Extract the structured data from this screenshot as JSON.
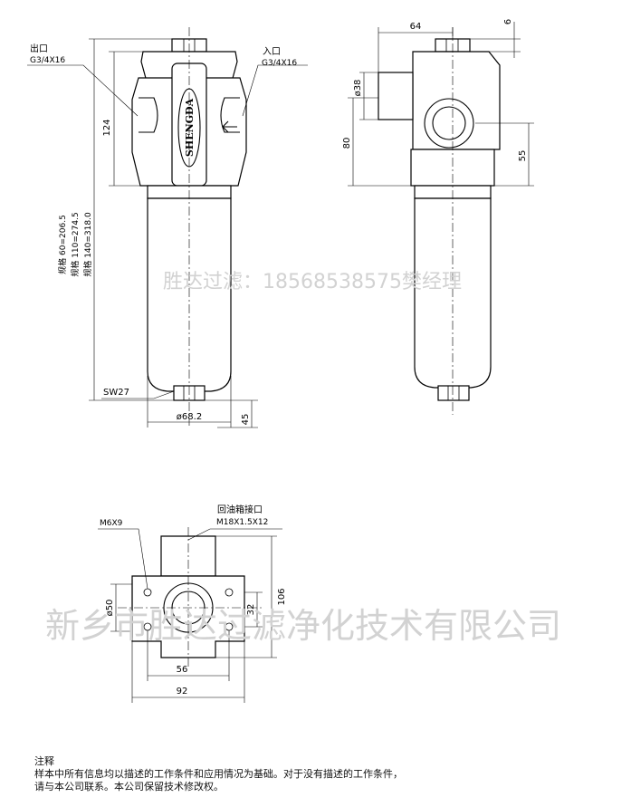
{
  "front_view": {
    "outlet_label": "出口",
    "outlet_thread": "G3/4X16",
    "inlet_label": "入口",
    "inlet_thread": "G3/4X16",
    "dim_head_height": "124",
    "spec_line_1": "规格 60=206.5",
    "spec_line_2": "规格 110=274.5",
    "spec_line_3": "规格 140=318.0",
    "brand": "SHENGDA",
    "hex_label": "SW27",
    "bottom_diameter": "ø68.2",
    "dim_bottom": "45"
  },
  "side_view": {
    "dim_width": "64",
    "dim_top": "6",
    "dim_port_diameter": "ø38",
    "dim_left_height": "80",
    "dim_right_height": "55"
  },
  "top_view": {
    "mount_thread": "M6X9",
    "return_label": "回油箱接口",
    "return_thread": "M18X1.5X12",
    "dim_left": "ø50",
    "dim_inner": "32",
    "dim_height": "106",
    "dim_hole_spacing": "56",
    "dim_width": "92"
  },
  "watermark": {
    "contact": "胜达过滤：18568538575樊经理",
    "company": "新乡市胜达过滤净化技术有限公司"
  },
  "notes": {
    "title": "注释",
    "line_1": "样本中所有信息均以描述的工作条件和应用情况为基础。对于没有描述的工作条件，",
    "line_2": "请与本公司联系。本公司保留技术修改权。"
  }
}
